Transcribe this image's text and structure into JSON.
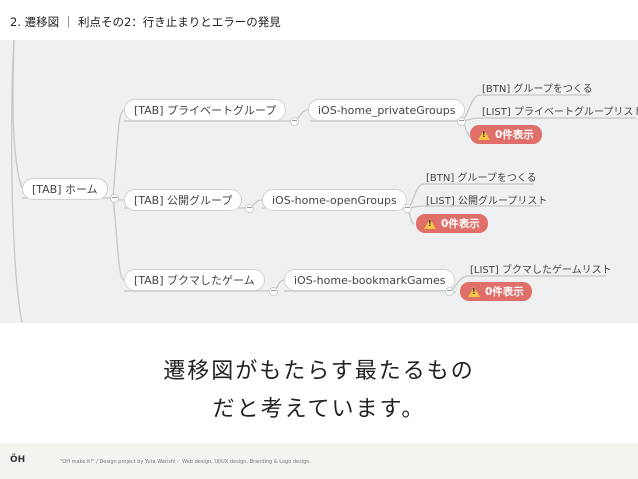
{
  "header": {
    "title": "2. 遷移図 ｜ 利点その2：行き止まりとエラーの発見"
  },
  "map": {
    "root": {
      "label": "[TAB] ホーム"
    },
    "branches": [
      {
        "tab": "[TAB] プライベートグループ",
        "screen": "iOS-home_privateGroups",
        "leaves": [
          "[BTN] グループをつくる",
          "[LIST] プライベートグループリスト"
        ],
        "badge": "0件表示"
      },
      {
        "tab": "[TAB] 公開グループ",
        "screen": "iOS-home-openGroups",
        "leaves": [
          "[BTN] グループをつくる",
          "[LIST] 公開グループリスト"
        ],
        "badge": "0件表示"
      },
      {
        "tab": "[TAB] ブクマしたゲーム",
        "screen": "iOS-home-bookmarkGames",
        "leaves": [
          "[LIST] ブクマしたゲームリスト"
        ],
        "badge": "0件表示"
      }
    ],
    "colors": {
      "badge": "#e06f6a",
      "background": "#eef0f2",
      "warning": "#f6c445"
    }
  },
  "caption": {
    "line1": "遷移図がもたらす最たるもの",
    "line2": "だと考えています。"
  },
  "footer": {
    "logo": "ÖH",
    "text": "\"OH make it!\" / Design project by Yuta Warishi・ Web design, UI/UX design, Branding & Logo design."
  }
}
